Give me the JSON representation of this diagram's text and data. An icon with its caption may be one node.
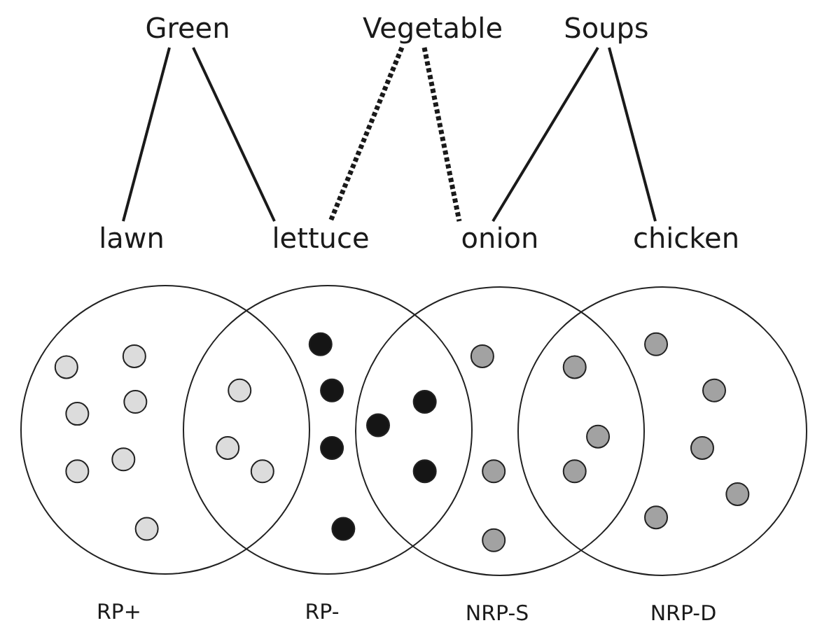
{
  "diagram": {
    "nodes": [
      {
        "text": [
          "Green"
        ]
      },
      {
        "text": [
          "Vegetable"
        ]
      },
      {
        "text": [
          "Soups"
        ]
      },
      {
        "text": [
          "lawn"
        ]
      },
      {
        "text": [
          "lettuce"
        ]
      },
      {
        "text": [
          "onion"
        ]
      },
      {
        "text": [
          "chicken"
        ]
      },
      {
        "text": [
          "RP+"
        ]
      },
      {
        "text": [
          "RP-"
        ]
      },
      {
        "text": [
          "NRP-S"
        ]
      },
      {
        "text": [
          "NRP-D"
        ]
      }
    ],
    "edges": [
      {
        "from": 0,
        "to": 3,
        "arrow": "none"
      },
      {
        "from": 0,
        "to": 4,
        "arrow": "none"
      },
      {
        "from": 1,
        "to": 4,
        "arrow": "none",
        "style": "dashed"
      },
      {
        "from": 1,
        "to": 5,
        "arrow": "none",
        "style": "dashed"
      },
      {
        "from": 2,
        "to": 5,
        "arrow": "none"
      },
      {
        "from": 2,
        "to": 6,
        "arrow": "none"
      }
    ]
  }
}
